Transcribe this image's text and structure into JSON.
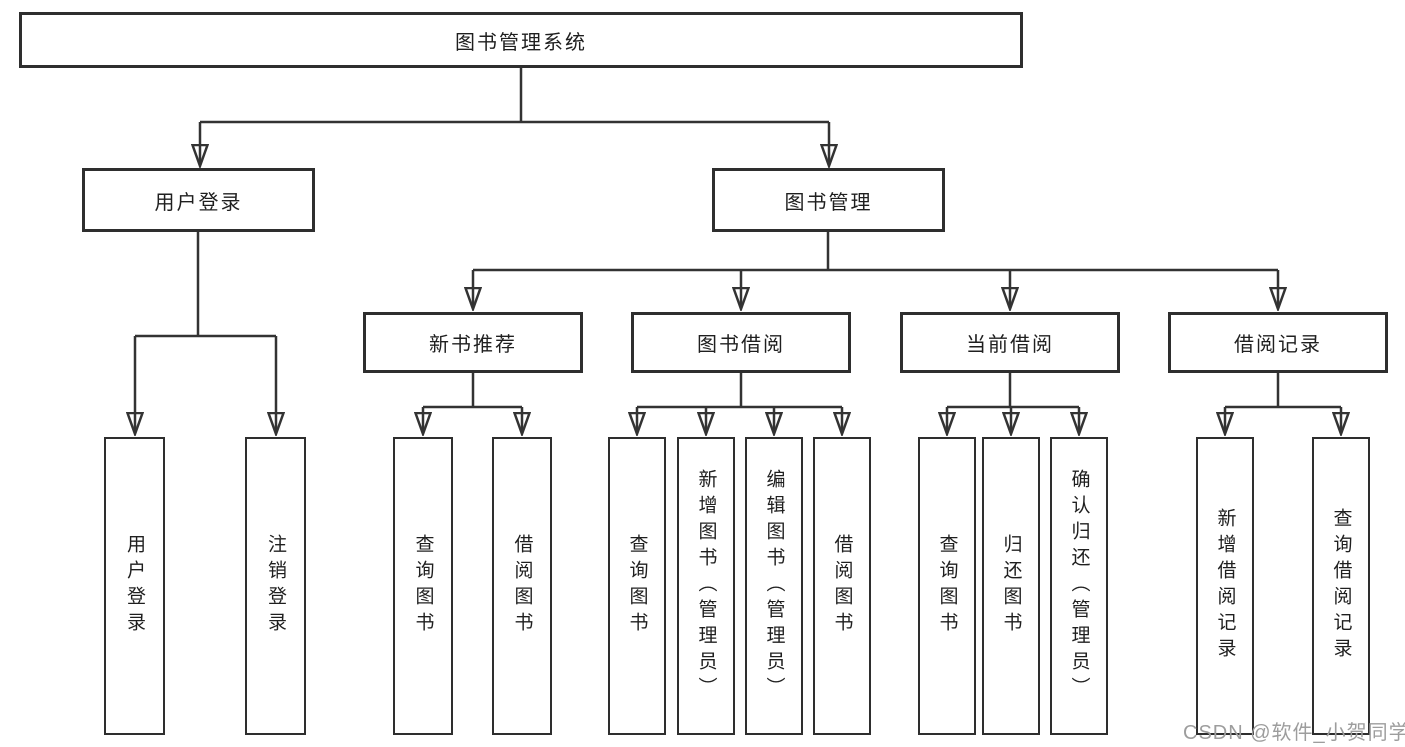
{
  "style": {
    "background": "#ffffff",
    "line_color": "#333333",
    "box_border_color": "#2e2e2e",
    "text_color": "#1f1f1f",
    "watermark_color": "#9d9d9d"
  },
  "watermark": {
    "text": "CSDN @软件_小贺同学"
  },
  "tree": {
    "label": "图书管理系统",
    "children": [
      {
        "label": "用户登录",
        "children": [
          {
            "label": "用户登录"
          },
          {
            "label": "注销登录"
          }
        ]
      },
      {
        "label": "图书管理",
        "children": [
          {
            "label": "新书推荐",
            "children": [
              {
                "label": "查询图书"
              },
              {
                "label": "借阅图书"
              }
            ]
          },
          {
            "label": "图书借阅",
            "children": [
              {
                "label": "查询图书"
              },
              {
                "label": "新增图书（管理员）"
              },
              {
                "label": "编辑图书（管理员）"
              },
              {
                "label": "借阅图书"
              }
            ]
          },
          {
            "label": "当前借阅",
            "children": [
              {
                "label": "查询图书"
              },
              {
                "label": "归还图书"
              },
              {
                "label": "确认归还（管理员）"
              }
            ]
          },
          {
            "label": "借阅记录",
            "children": [
              {
                "label": "新增借阅记录"
              },
              {
                "label": "查询借阅记录"
              }
            ]
          }
        ]
      }
    ]
  }
}
